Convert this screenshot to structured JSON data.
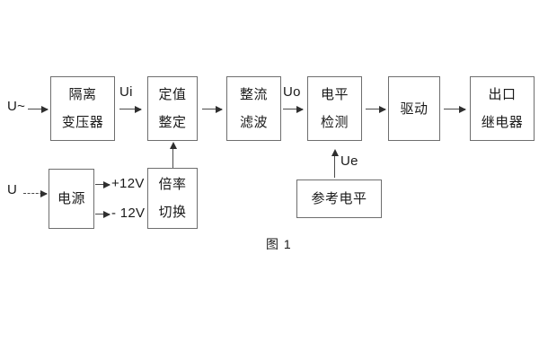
{
  "figure": {
    "caption": "图 1",
    "blocks": [
      {
        "id": "isolation-transformer",
        "lines": [
          "隔离",
          "变压器"
        ]
      },
      {
        "id": "setting-value",
        "lines": [
          "定值",
          "整定"
        ]
      },
      {
        "id": "rectify-filter",
        "lines": [
          "整流",
          "滤波"
        ]
      },
      {
        "id": "level-detection",
        "lines": [
          "电平",
          "检测"
        ]
      },
      {
        "id": "drive",
        "lines": [
          "驱动"
        ]
      },
      {
        "id": "output-relay",
        "lines": [
          "出口",
          "继电器"
        ]
      },
      {
        "id": "power-supply",
        "lines": [
          "电源"
        ]
      },
      {
        "id": "multiplier-switch",
        "lines": [
          "倍率",
          "切换"
        ]
      },
      {
        "id": "reference-level",
        "lines": [
          "参考电平"
        ]
      }
    ],
    "signals": {
      "input_ac": "U~",
      "input_dc": "U",
      "ui": "Ui",
      "uo": "Uo",
      "ue": "Ue",
      "rail_positive": "+12V",
      "rail_negative": "- 12V"
    }
  }
}
